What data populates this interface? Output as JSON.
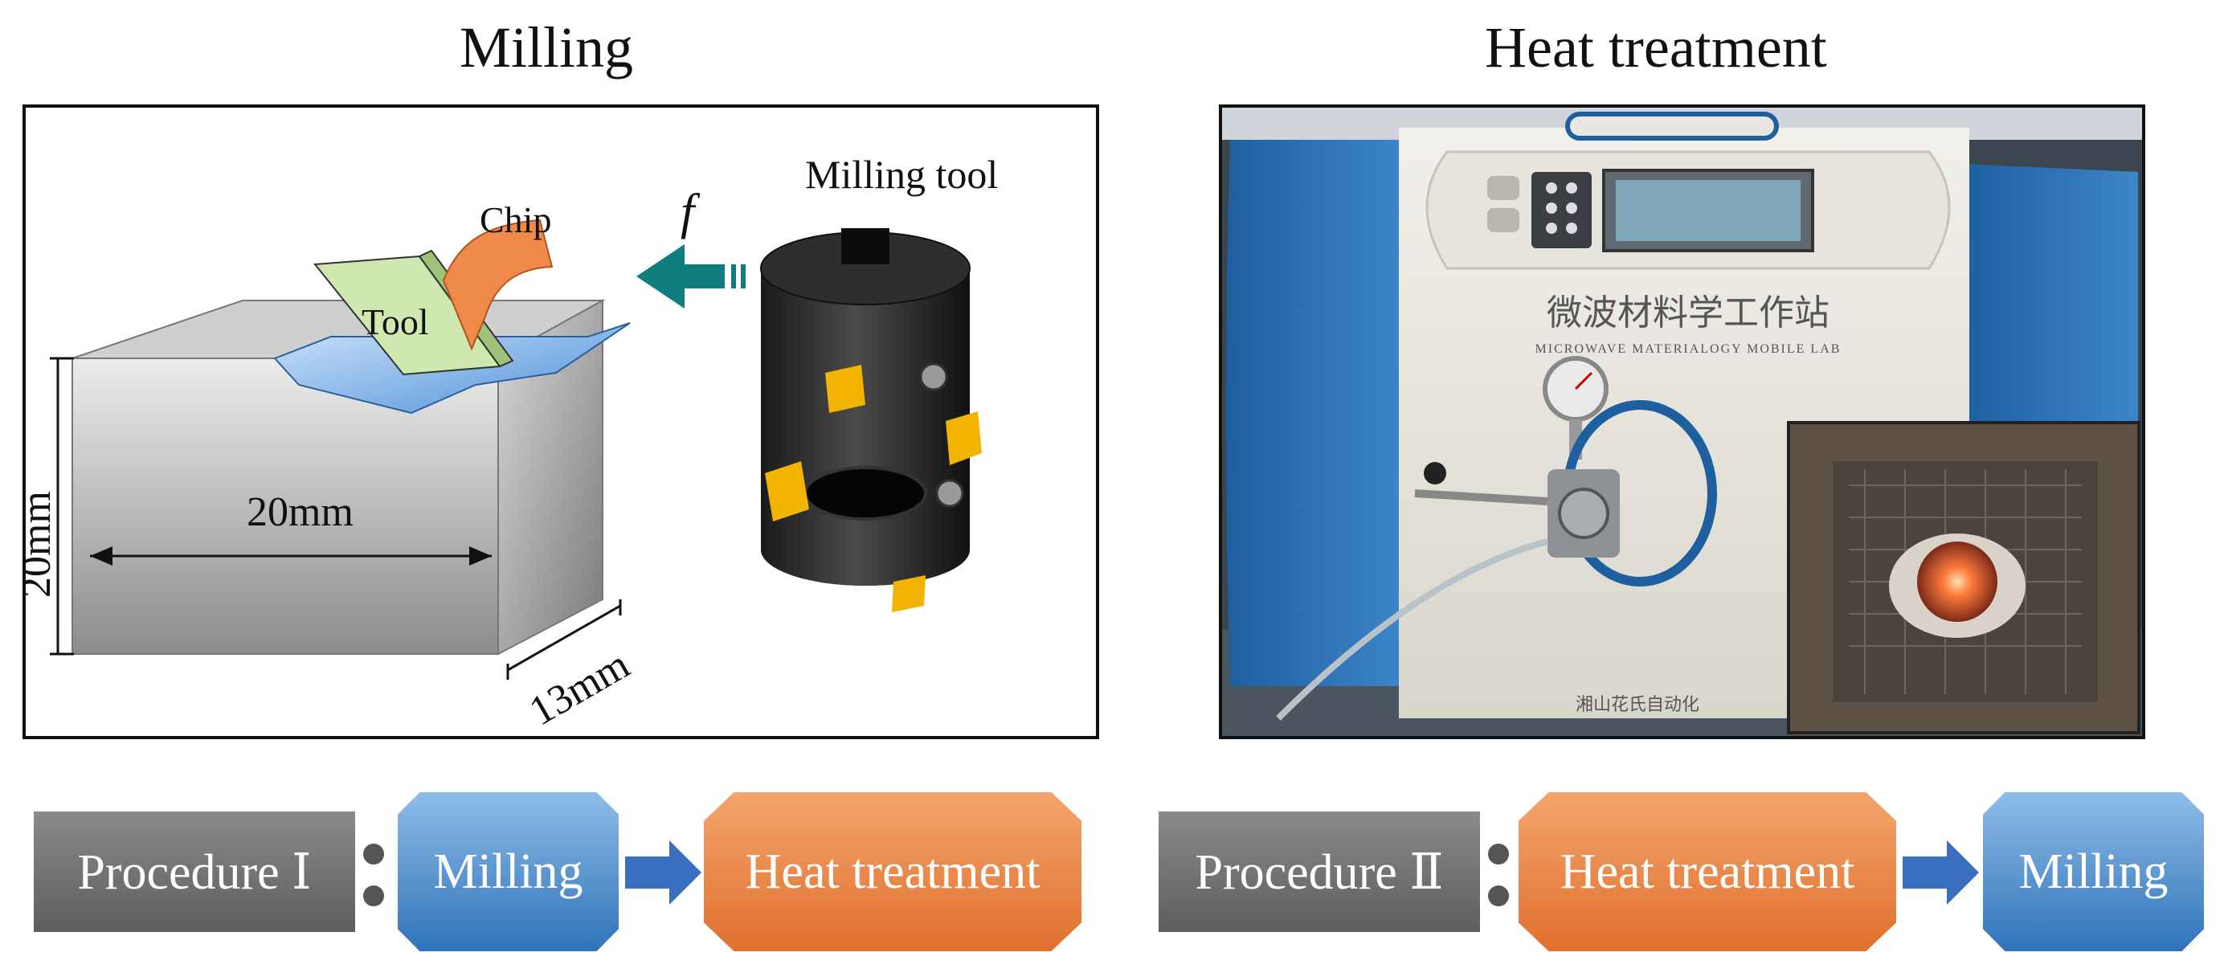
{
  "titles": {
    "left": "Milling",
    "right": "Heat treatment"
  },
  "diagram": {
    "chip_label": "Chip",
    "tool_label": "Tool",
    "feed_symbol": "f",
    "milling_tool_label": "Milling tool",
    "dim_height": "20mm",
    "dim_width": "20mm",
    "dim_depth": "13mm"
  },
  "photo": {
    "device_brand_cn": "微波材料学工作站",
    "device_brand_en": "MICROWAVE MATERIALOGY MOBILE LAB",
    "device_footer_cn": "湘山花氏自动化"
  },
  "flow": {
    "procedure_1": {
      "label": "Procedure Ⅰ",
      "step1": "Milling",
      "step2": "Heat treatment"
    },
    "procedure_2": {
      "label": "Procedure Ⅱ",
      "step1": "Heat treatment",
      "step2": "Milling"
    }
  },
  "colors": {
    "arrow_teal": "#0f7d7e",
    "tool_green": "#cfe8b0",
    "chip_orange": "#f08a4b",
    "flow_blue": "#2f73b9",
    "flow_orange": "#e0702e"
  }
}
